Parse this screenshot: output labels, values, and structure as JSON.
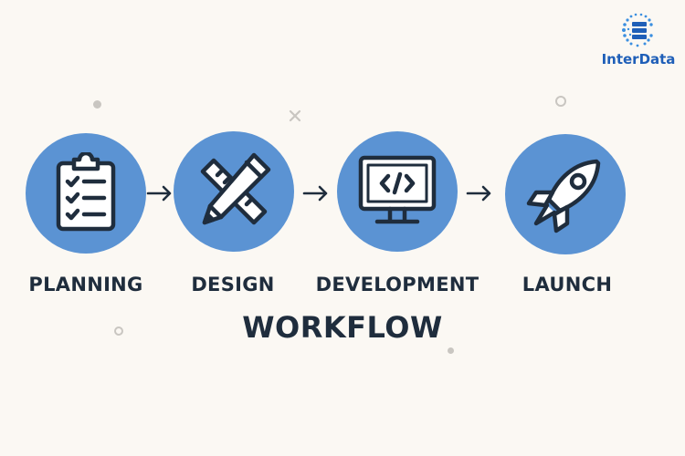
{
  "title": "WORKFLOW",
  "logo": {
    "name": "InterData",
    "tagline": ""
  },
  "steps": [
    {
      "label": "PLANNING",
      "icon": "clipboard-checklist-icon"
    },
    {
      "label": "DESIGN",
      "icon": "pencil-ruler-icon"
    },
    {
      "label": "DEVELOPMENT",
      "icon": "code-monitor-icon"
    },
    {
      "label": "LAUNCH",
      "icon": "rocket-icon"
    }
  ],
  "colors": {
    "background": "#fbf8f3",
    "circle": "#5b93d3",
    "ink": "#1f2d3d",
    "brand": "#1f5fb8"
  }
}
